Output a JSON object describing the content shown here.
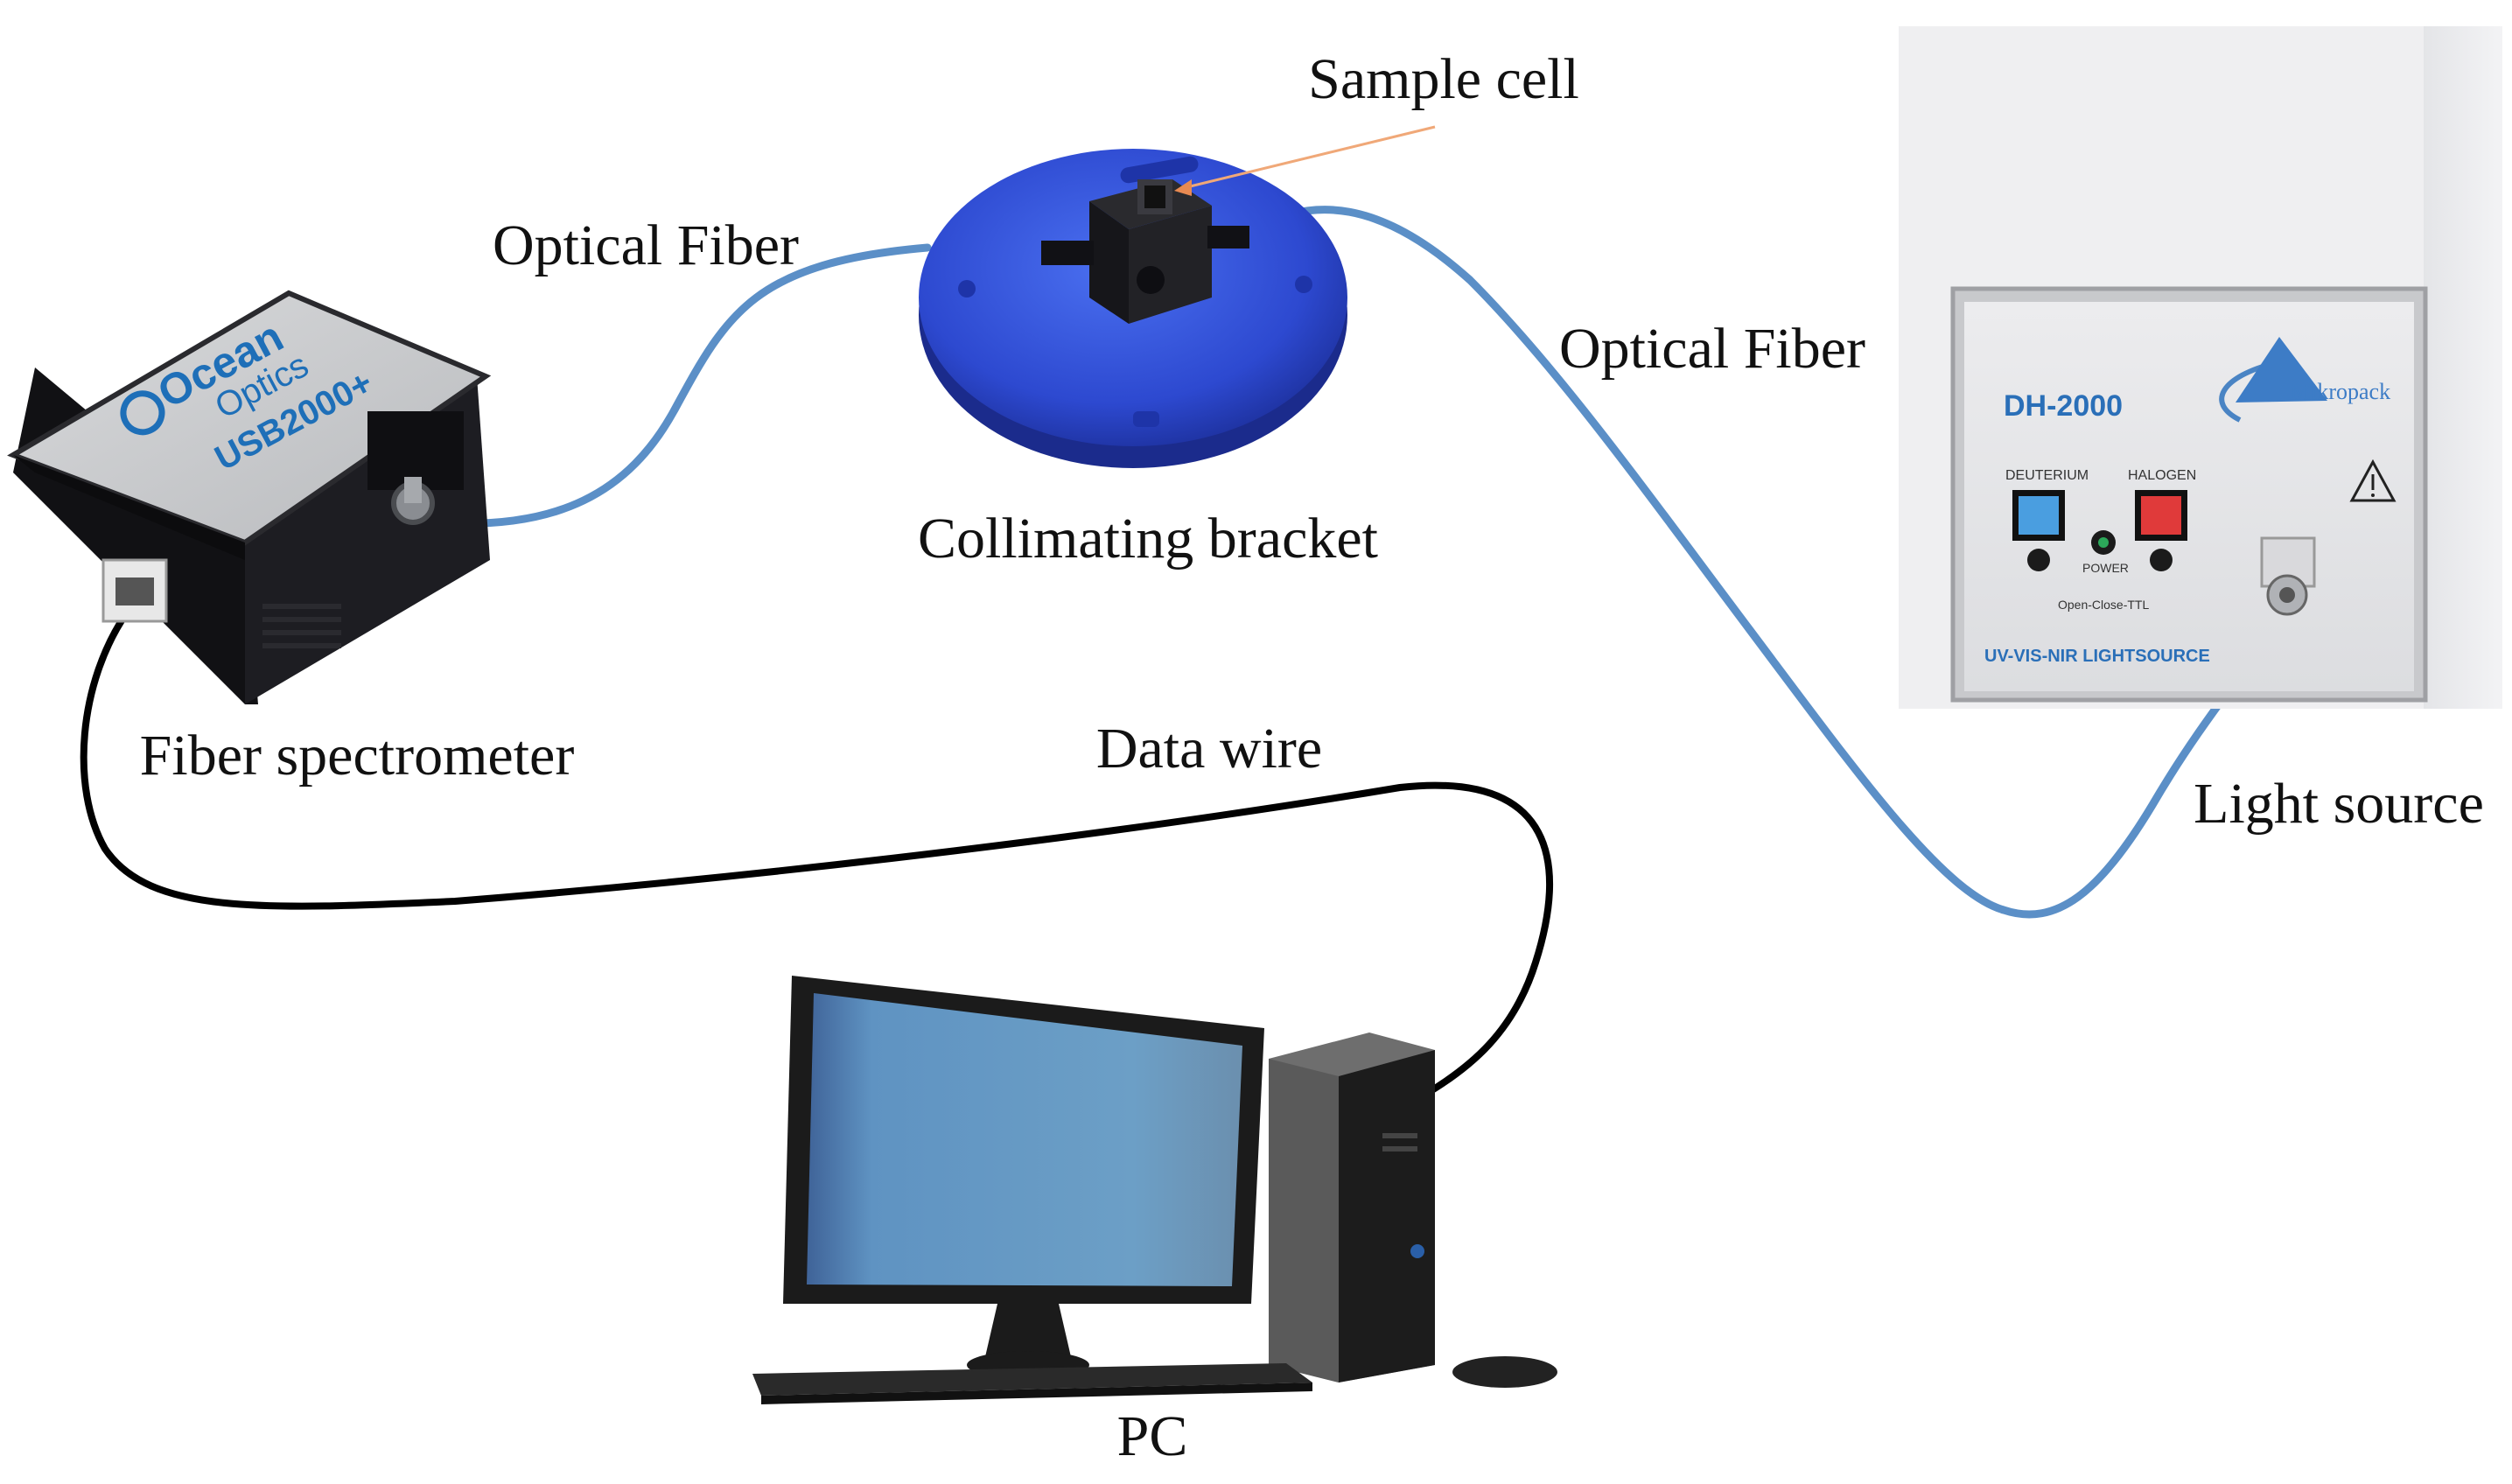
{
  "labels": {
    "sample_cell": "Sample cell",
    "optical_fiber_left": "Optical Fiber",
    "optical_fiber_right": "Optical Fiber",
    "collimating_bracket": "Collimating bracket",
    "fiber_spectrometer": "Fiber spectrometer",
    "data_wire": "Data wire",
    "light_source": "Light source",
    "pc": "PC"
  },
  "spectrometer": {
    "brand_line1": "Ocean",
    "brand_line2": "Optics",
    "model": "USB2000+"
  },
  "light_source_unit": {
    "model": "DH-2000",
    "brand": "Mikropack",
    "button_left": "DEUTERIUM",
    "button_right": "HALOGEN",
    "power": "POWER",
    "ttl": "Open-Close-TTL",
    "footer": "UV-VIS-NIR LIGHTSOURCE"
  },
  "colors": {
    "fiber": "#5b8fc7",
    "data_wire": "#000000",
    "bracket": "#2f4fd6",
    "arrow": "#f0a878",
    "deuterium_button": "#4a9ee0",
    "halogen_button": "#e03a3a",
    "monitor_screen": "#6a9fc3"
  }
}
